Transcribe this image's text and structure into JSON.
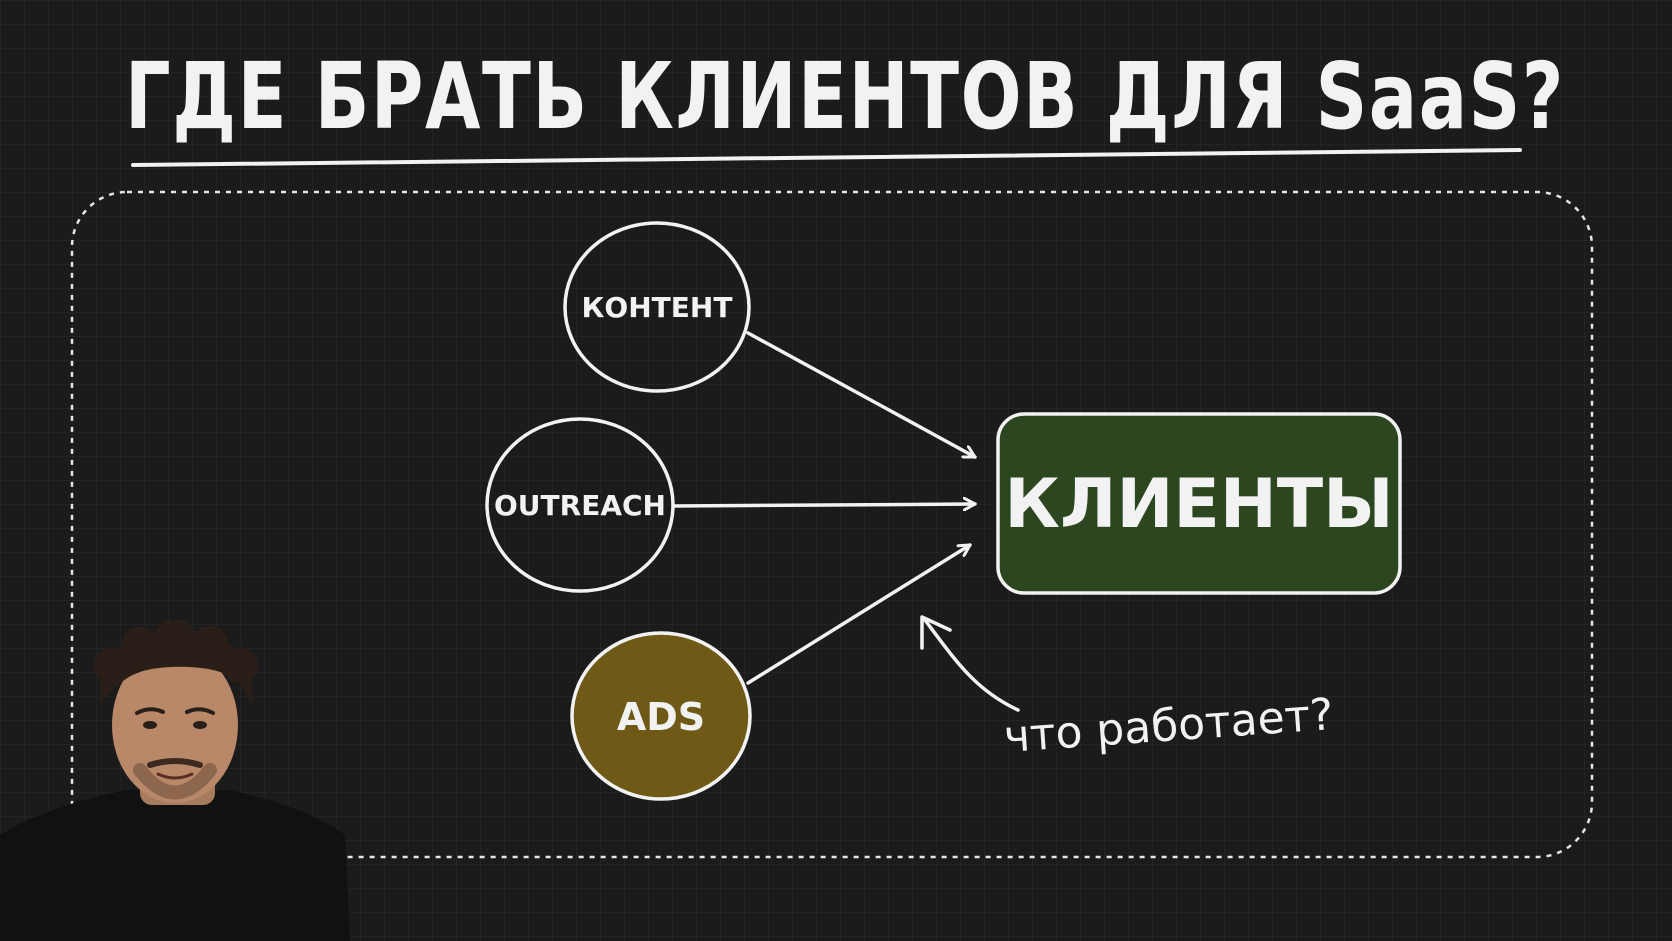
{
  "title": "ГДЕ БРАТЬ КЛИЕНТОВ ДЛЯ SaaS?",
  "sources": [
    {
      "id": "content",
      "label": "КОНТЕНТ",
      "highlighted": false
    },
    {
      "id": "outreach",
      "label": "OUTREACH",
      "highlighted": false
    },
    {
      "id": "ads",
      "label": "ADS",
      "highlighted": true
    }
  ],
  "target": {
    "label": "КЛИЕНТЫ"
  },
  "annotation": {
    "label": "что работает?"
  },
  "colors": {
    "background": "#1b1b1b",
    "chalk": "#f2f2f2",
    "target_fill": "#2c4720",
    "ads_fill": "#6e5a16"
  }
}
